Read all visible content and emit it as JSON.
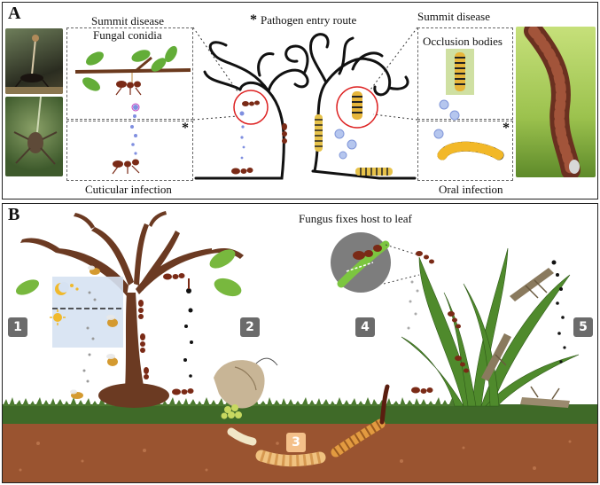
{
  "panelA": {
    "label": "A",
    "left_title": "Summit disease",
    "left_sub": "Fungal conidia",
    "center_note": "Pathogen entry route",
    "right_title": "Summit disease",
    "right_sub": "Occlusion bodies",
    "left_bottom": "Cuticular infection",
    "right_bottom": "Oral infection",
    "star_symbol": "*"
  },
  "panelB": {
    "label": "B",
    "leaf_caption": "Fungus fixes host to leaf",
    "steps": [
      "1",
      "2",
      "3",
      "4",
      "5"
    ]
  },
  "colors": {
    "bark": "#5a3520",
    "ant": "#7a2a16",
    "soil": "#9a5430",
    "grass": "#3f6a28",
    "leaf": "#6aad35",
    "spore": "#7f8fe0",
    "virus": "#9fb4e6",
    "number_box": "#6b6b6b",
    "circle_highlight": "#d22"
  },
  "icons": [
    "ant-icon",
    "caterpillar-icon",
    "moth-icon",
    "grasshopper-icon",
    "fly-icon",
    "sun-icon",
    "moon-icon",
    "star-icon",
    "virus-icon",
    "leaf-icon"
  ]
}
